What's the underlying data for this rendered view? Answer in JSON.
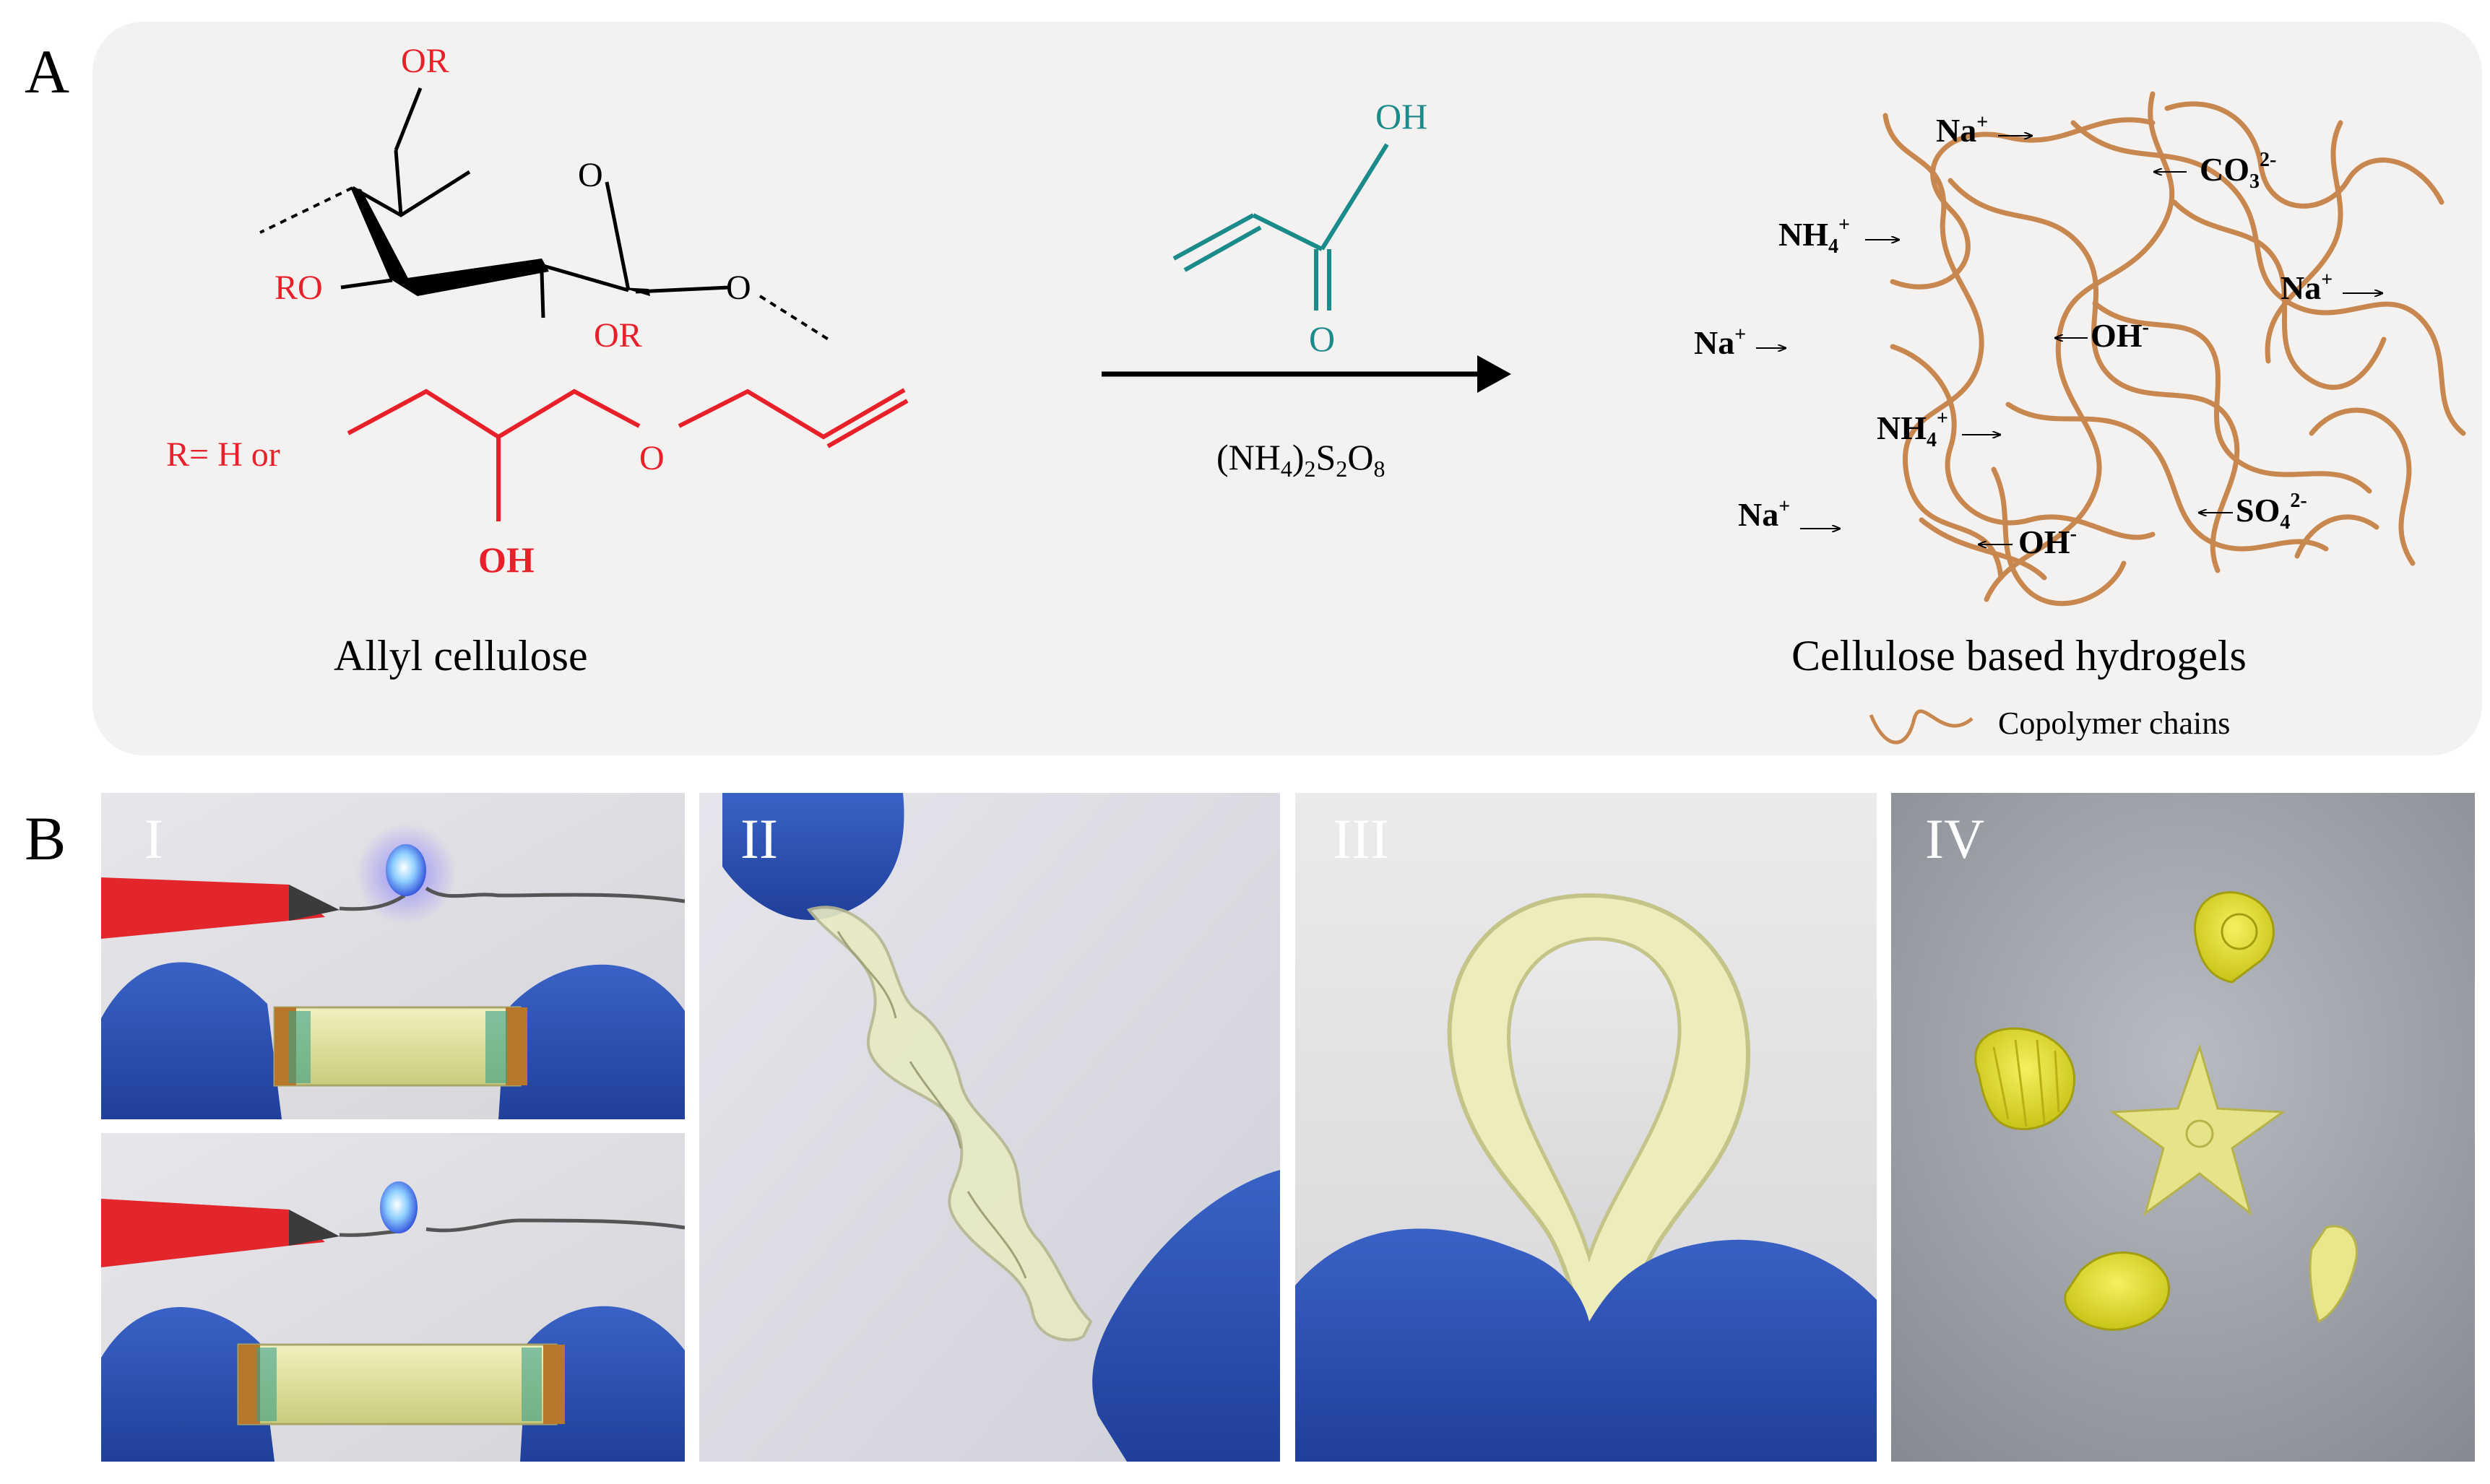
{
  "panel_a": {
    "letter": "A",
    "cellulose_r_groups": {
      "top": "OR",
      "left": "RO",
      "bottom": "OR",
      "ring_o": "O",
      "link_o": "O"
    },
    "r_definition": "R= H or",
    "side_chain_o": "O",
    "side_chain_oh": "OH",
    "left_caption": "Allyl cellulose",
    "acrylic_acid_oh": "OH",
    "acrylic_acid_o": "O",
    "initiator_parts": [
      "(NH",
      "4",
      ")",
      "2",
      "S",
      "2",
      "O",
      "8"
    ],
    "right_caption": "Cellulose based hydrogels",
    "legend_label": "Copolymer chains",
    "ions": [
      {
        "base": "Na",
        "sup": "+",
        "sub": "",
        "arrow_left": false,
        "arrow_right": true
      },
      {
        "base": "CO",
        "sup": "2-",
        "sub": "3",
        "arrow_left": true,
        "arrow_right": false
      },
      {
        "base": "NH",
        "sup": "+",
        "sub": "4",
        "arrow_left": false,
        "arrow_right": true
      },
      {
        "base": "Na",
        "sup": "+",
        "sub": "",
        "arrow_left": false,
        "arrow_right": true
      },
      {
        "base": "Na",
        "sup": "+",
        "sub": "",
        "arrow_left": false,
        "arrow_right": true
      },
      {
        "base": "OH",
        "sup": "-",
        "sub": "",
        "arrow_left": true,
        "arrow_right": false
      },
      {
        "base": "NH",
        "sup": "+",
        "sub": "4",
        "arrow_left": false,
        "arrow_right": true
      },
      {
        "base": "Na",
        "sup": "+",
        "sub": "",
        "arrow_left": false,
        "arrow_right": true
      },
      {
        "base": "SO",
        "sup": "2-",
        "sub": "4",
        "arrow_left": true,
        "arrow_right": false
      },
      {
        "base": "OH",
        "sup": "-",
        "sub": "",
        "arrow_left": true,
        "arrow_right": false
      }
    ]
  },
  "panel_b": {
    "letter": "B",
    "photo_labels": [
      "I",
      "II",
      "III",
      "IV"
    ]
  },
  "colors": {
    "red": "#e8202a",
    "teal": "#1a8a8a",
    "chain": "#c8874e",
    "panel_bg": "#f3f2f1"
  }
}
